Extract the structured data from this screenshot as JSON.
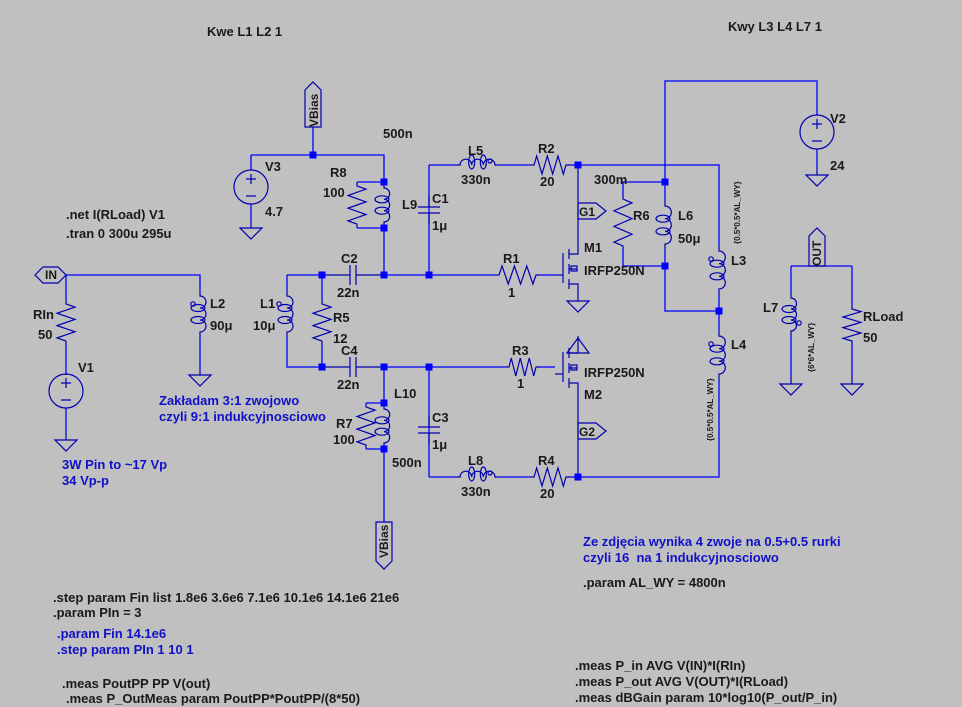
{
  "app": {
    "type": "circuit-schematic",
    "background_color": "#c0c0c0",
    "wire_color": "#0000ff",
    "symbol_color": "#0000b0",
    "text_color": "#1a1a1a",
    "comment_color": "#1010c8"
  },
  "coupling": {
    "input": "Kwe L1 L2 1",
    "output": "Kwy L3 L4 L7 1"
  },
  "components": {
    "V1": {
      "name": "V1",
      "value": ""
    },
    "V2": {
      "name": "V2",
      "value": "24"
    },
    "V3": {
      "name": "V3",
      "value": "4.7"
    },
    "RIn": {
      "name": "RIn",
      "value": "50"
    },
    "R1": {
      "name": "R1",
      "value": "1"
    },
    "R2": {
      "name": "R2",
      "value": "20"
    },
    "R3": {
      "name": "R3",
      "value": "1"
    },
    "R4": {
      "name": "R4",
      "value": "20"
    },
    "R5": {
      "name": "R5",
      "value": "12"
    },
    "R6": {
      "name": "R6",
      "value": "300m"
    },
    "R7": {
      "name": "R7",
      "value": "100"
    },
    "R8": {
      "name": "R8",
      "value": "100"
    },
    "RLoad": {
      "name": "RLoad",
      "value": "50"
    },
    "C1": {
      "name": "C1",
      "value": "1μ"
    },
    "C2": {
      "name": "C2",
      "value": "22n"
    },
    "C3": {
      "name": "C3",
      "value": "1μ"
    },
    "C4": {
      "name": "C4",
      "value": "22n"
    },
    "L1": {
      "name": "L1",
      "value": "10μ"
    },
    "L2": {
      "name": "L2",
      "value": "90μ"
    },
    "L3": {
      "name": "L3",
      "value": "{0.5*0.5*AL_WY}"
    },
    "L4": {
      "name": "L4",
      "value": "{0.5*0.5*AL_WY}"
    },
    "L5": {
      "name": "L5",
      "value": "330n"
    },
    "L6": {
      "name": "L6",
      "value": "50μ"
    },
    "L7": {
      "name": "L7",
      "value": "{6*6*AL_WY}"
    },
    "L8": {
      "name": "L8",
      "value": "330n"
    },
    "L9": {
      "name": "L9",
      "value": "500n"
    },
    "L10": {
      "name": "L10",
      "value": "500n"
    },
    "M1": {
      "name": "M1",
      "value": "IRFP250N"
    },
    "M2": {
      "name": "M2",
      "value": "IRFP250N"
    }
  },
  "nets": {
    "in": "IN",
    "out": "OUT",
    "vbias_top": "VBias",
    "vbias_bottom": "VBias",
    "g1": "G1",
    "g2": "G2"
  },
  "directives": {
    "net": ".net I(RLoad) V1",
    "tran": ".tran 0 300u 295u",
    "step_fin": ".step param Fin list 1.8e6 3.6e6 7.1e6 10.1e6 14.1e6 21e6",
    "param_pin": ".param PIn = 3",
    "param_al_wy": ".param AL_WY = 4800n",
    "meas_poutpp": ".meas PoutPP PP V(out)",
    "meas_poutmeas": ".meas P_OutMeas param PoutPP*PoutPP/(8*50)",
    "meas_pin": ".meas P_in AVG V(IN)*I(RIn)",
    "meas_pout": ".meas P_out AVG V(OUT)*I(RLoad)",
    "meas_dbgain": ".meas dBGain param 10*log10(P_out/P_in)"
  },
  "comments": {
    "param_fin": ".param Fin 14.1e6",
    "step_pin": ".step param PIn 1 10 1",
    "input_ratio": "Zakładam 3:1 zwojowo\nczyli 9:1 indukcyjnosciowo",
    "input_power": "3W Pin to ~17 Vp\n34 Vp-p",
    "output_ratio": "Ze zdjęcia wynika 4 zwoje na 0.5+0.5 rurki\nczyli 16  na 1 indukcyjnosciowo"
  }
}
